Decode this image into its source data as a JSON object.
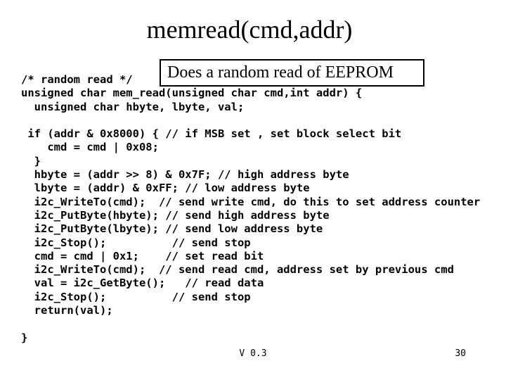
{
  "slide": {
    "title": "memread(cmd,addr)",
    "callout": "Does a random read of EEPROM",
    "code_lines": [
      "/* random read */",
      "unsigned char mem_read(unsigned char cmd,int addr) {",
      "  unsigned char hbyte, lbyte, val;",
      "",
      " if (addr & 0x8000) { // if MSB set , set block select bit",
      "    cmd = cmd | 0x08;",
      "  }",
      "  hbyte = (addr >> 8) & 0x7F; // high address byte",
      "  lbyte = (addr) & 0xFF; // low address byte",
      "  i2c_WriteTo(cmd);  // send write cmd, do this to set address counter",
      "  i2c_PutByte(hbyte); // send high address byte",
      "  i2c_PutByte(lbyte); // send low address byte",
      "  i2c_Stop();          // send stop",
      "  cmd = cmd | 0x1;    // set read bit",
      "  i2c_WriteTo(cmd);  // send read cmd, address set by previous cmd",
      "  val = i2c_GetByte();   // read data",
      "  i2c_Stop();          // send stop",
      "  return(val);",
      "",
      "}"
    ],
    "footer": {
      "version": "V 0.3",
      "page": "30"
    }
  }
}
